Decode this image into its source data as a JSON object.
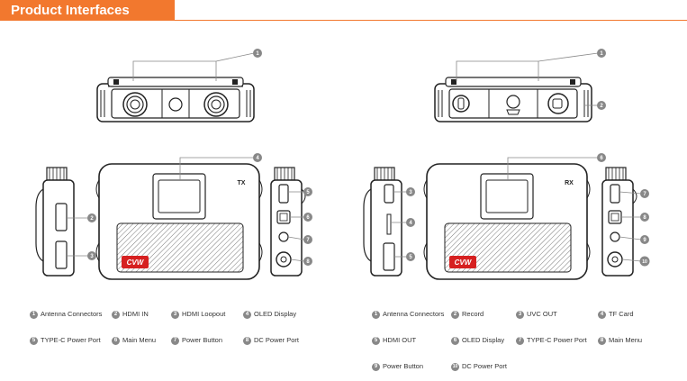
{
  "header": {
    "title": "Product Interfaces",
    "accent_color": "#f2782e"
  },
  "devices": {
    "tx": {
      "label": "TX",
      "logo": "CVW"
    },
    "rx": {
      "label": "RX",
      "logo": "CVW"
    }
  },
  "callouts": {
    "tx": [
      "1",
      "2",
      "3",
      "4",
      "5",
      "6",
      "7",
      "8"
    ],
    "rx": [
      "1",
      "2",
      "3",
      "4",
      "5",
      "6",
      "7",
      "8",
      "9",
      "10"
    ]
  },
  "legend_tx": [
    {
      "num": "1",
      "label": "Antenna Connectors"
    },
    {
      "num": "2",
      "label": "HDMI IN"
    },
    {
      "num": "3",
      "label": "HDMI Loopout"
    },
    {
      "num": "4",
      "label": "OLED Display"
    },
    {
      "num": "5",
      "label": "TYPE-C Power Port"
    },
    {
      "num": "6",
      "label": "Main Menu"
    },
    {
      "num": "7",
      "label": "Power Button"
    },
    {
      "num": "8",
      "label": "DC Power Port"
    }
  ],
  "legend_rx": [
    {
      "num": "1",
      "label": "Antenna Connectors"
    },
    {
      "num": "2",
      "label": "Record"
    },
    {
      "num": "3",
      "label": "UVC OUT"
    },
    {
      "num": "4",
      "label": "TF Card"
    },
    {
      "num": "5",
      "label": "HDMI OUT"
    },
    {
      "num": "6",
      "label": "OLED Display"
    },
    {
      "num": "7",
      "label": "TYPE-C Power Port"
    },
    {
      "num": "8",
      "label": "Main Menu"
    },
    {
      "num": "9",
      "label": "Power Button"
    },
    {
      "num": "10",
      "label": "DC Power Port"
    }
  ]
}
